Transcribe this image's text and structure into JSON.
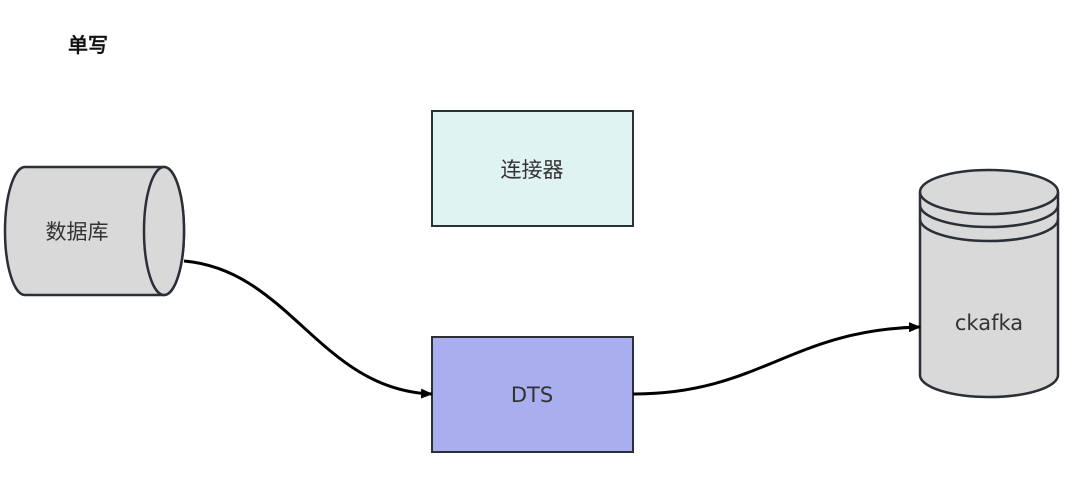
{
  "title": "单写",
  "nodes": {
    "database": {
      "label": "数据库",
      "fill": "#d9d9d9"
    },
    "connector": {
      "label": "连接器",
      "fill": "#e0f3f3"
    },
    "dts": {
      "label": "DTS",
      "fill": "#a8aeee"
    },
    "ckafka": {
      "label": "ckafka",
      "fill": "#d9d9d9"
    }
  },
  "edges": [
    {
      "from": "database",
      "to": "dts"
    },
    {
      "from": "dts",
      "to": "ckafka"
    }
  ]
}
